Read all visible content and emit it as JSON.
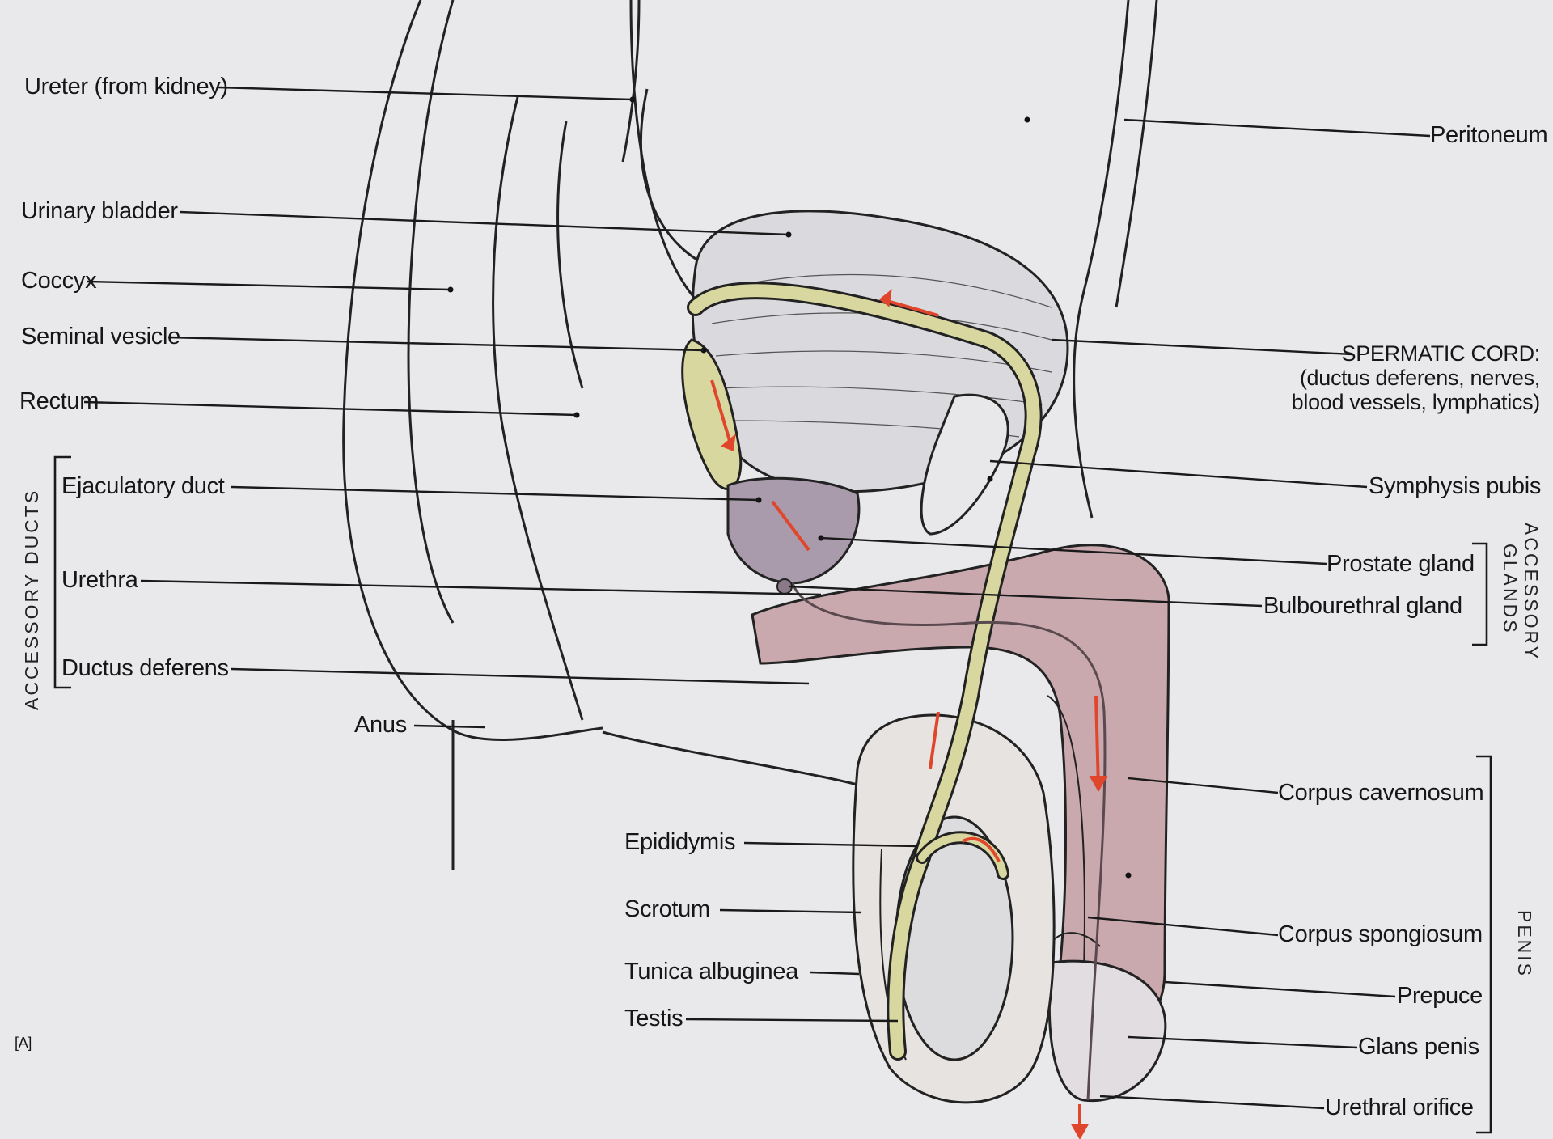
{
  "figure_tag": "[A]",
  "group_labels": {
    "accessory_ducts": "ACCESSORY DUCTS",
    "accessory_glands_line1": "ACCESSORY",
    "accessory_glands_line2": "GLANDS",
    "penis": "PENIS"
  },
  "labels": {
    "ureter": "Ureter (from kidney)",
    "urinary_bladder": "Urinary bladder",
    "coccyx": "Coccyx",
    "seminal_vesicle": "Seminal vesicle",
    "rectum": "Rectum",
    "ejaculatory_duct": "Ejaculatory duct",
    "urethra": "Urethra",
    "ductus_deferens": "Ductus deferens",
    "anus": "Anus",
    "epididymis": "Epididymis",
    "scrotum": "Scrotum",
    "tunica_albuginea": "Tunica albuginea",
    "testis": "Testis",
    "peritoneum": "Peritoneum",
    "spermatic_cord_title": "SPERMATIC CORD:",
    "spermatic_cord_line2": "(ductus deferens, nerves,",
    "spermatic_cord_line3": "blood vessels, lymphatics)",
    "symphysis_pubis": "Symphysis pubis",
    "prostate_gland": "Prostate gland",
    "bulbourethral_gland": "Bulbourethral gland",
    "corpus_cavernosum": "Corpus cavernosum",
    "corpus_spongiosum": "Corpus spongiosum",
    "prepuce": "Prepuce",
    "glans_penis": "Glans penis",
    "urethral_orifice": "Urethral orifice"
  },
  "colors": {
    "background": "#e9e9ec",
    "duct_fill": "#d9d7a0",
    "tissue_pink": "#c9a9ae",
    "prostate_purple": "#a99aac",
    "flow_arrow": "#e0462c",
    "line": "#1a1a1a"
  }
}
